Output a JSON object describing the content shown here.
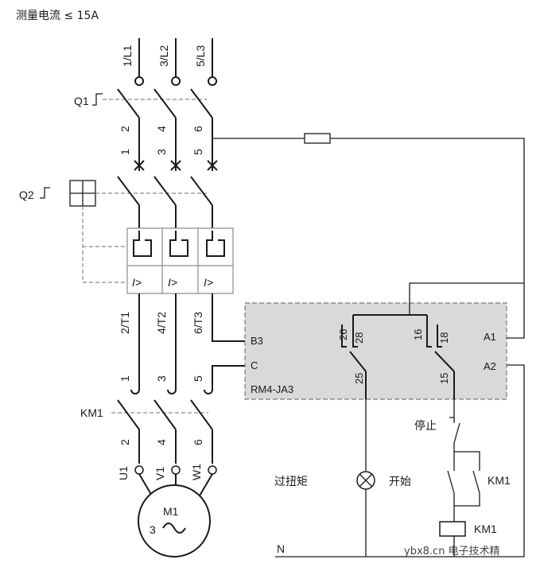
{
  "title": "测量电流 ≤ 15A",
  "labels": {
    "q1": "Q1",
    "q2": "Q2",
    "km1_main": "KM1",
    "supply": [
      "1/L1",
      "3/L2",
      "5/L3"
    ],
    "q1_terms_top": [
      "2",
      "4",
      "6"
    ],
    "q1_terms_bottom": [
      "1",
      "3",
      "5"
    ],
    "q2_out": [
      "2/T1",
      "4/T2",
      "6/T3"
    ],
    "km_in": [
      "1",
      "3",
      "5"
    ],
    "km_out": [
      "2",
      "4",
      "6"
    ],
    "motor_terms": [
      "U1",
      "V1",
      "W1"
    ],
    "overcurrent": [
      "I>",
      "I>",
      "I>"
    ],
    "motor_name": "M1",
    "motor_phases": "3",
    "relay": {
      "b3": "B3",
      "c": "C",
      "model": "RM4-JA3",
      "c26": "26",
      "c28": "28",
      "c25": "25",
      "c16": "16",
      "c18": "18",
      "c15": "15",
      "a1": "A1",
      "a2": "A2"
    },
    "stop": "停止",
    "overtorque": "过扭矩",
    "start": "开始",
    "km1_aux": "KM1",
    "km1_coil": "KM1",
    "neutral": "N",
    "watermark": "ybx8.cn 电子技术精"
  }
}
